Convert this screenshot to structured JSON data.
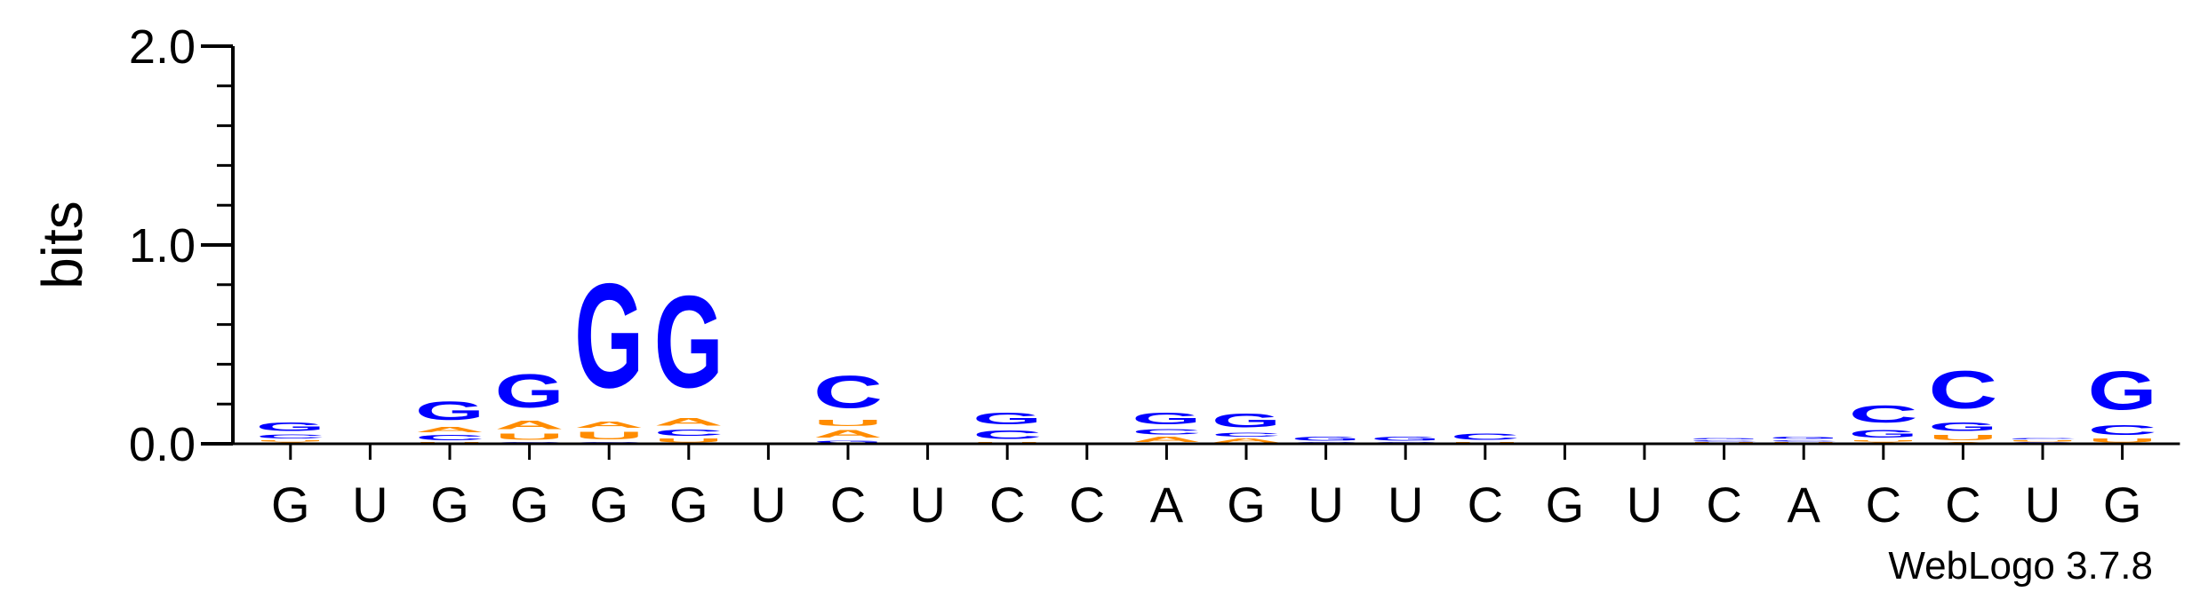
{
  "chart_data": {
    "type": "sequence-logo",
    "ylabel": "bits",
    "ylim": [
      0,
      2.0
    ],
    "yticks": [
      "0.0",
      "1.0",
      "2.0"
    ],
    "positions": [
      "G",
      "U",
      "G",
      "G",
      "G",
      "G",
      "U",
      "C",
      "U",
      "C",
      "C",
      "A",
      "G",
      "U",
      "U",
      "C",
      "G",
      "U",
      "C",
      "A",
      "C",
      "C",
      "U",
      "G"
    ],
    "colors": {
      "G": "#0000ff",
      "C": "#0000ff",
      "A": "#ff8c00",
      "U": "#ff8c00"
    },
    "stacks": [
      [
        {
          "letter": "A",
          "bits": 0.01
        },
        {
          "letter": "U",
          "bits": 0.01
        },
        {
          "letter": "C",
          "bits": 0.03
        },
        {
          "letter": "G",
          "bits": 0.07
        }
      ],
      [
        {
          "letter": "A",
          "bits": 0.0
        },
        {
          "letter": "C",
          "bits": 0.0
        },
        {
          "letter": "U",
          "bits": 0.0
        },
        {
          "letter": "G",
          "bits": 0.0
        }
      ],
      [
        {
          "letter": "U",
          "bits": 0.01
        },
        {
          "letter": "C",
          "bits": 0.04
        },
        {
          "letter": "A",
          "bits": 0.04
        },
        {
          "letter": "G",
          "bits": 0.15
        }
      ],
      [
        {
          "letter": "C",
          "bits": 0.01
        },
        {
          "letter": "U",
          "bits": 0.05
        },
        {
          "letter": "A",
          "bits": 0.07
        },
        {
          "letter": "G",
          "bits": 0.27
        }
      ],
      [
        {
          "letter": "C",
          "bits": 0.01
        },
        {
          "letter": "U",
          "bits": 0.06
        },
        {
          "letter": "A",
          "bits": 0.05
        },
        {
          "letter": "G",
          "bits": 0.84
        }
      ],
      [
        {
          "letter": "U",
          "bits": 0.03
        },
        {
          "letter": "C",
          "bits": 0.05
        },
        {
          "letter": "A",
          "bits": 0.06
        },
        {
          "letter": "G",
          "bits": 0.74
        }
      ],
      [
        {
          "letter": "A",
          "bits": 0.0
        },
        {
          "letter": "C",
          "bits": 0.0
        },
        {
          "letter": "U",
          "bits": 0.0
        },
        {
          "letter": "G",
          "bits": 0.0
        }
      ],
      [
        {
          "letter": "G",
          "bits": 0.02
        },
        {
          "letter": "A",
          "bits": 0.06
        },
        {
          "letter": "U",
          "bits": 0.05
        },
        {
          "letter": "C",
          "bits": 0.26
        }
      ],
      [
        {
          "letter": "A",
          "bits": 0.0
        },
        {
          "letter": "C",
          "bits": 0.0
        },
        {
          "letter": "U",
          "bits": 0.0
        },
        {
          "letter": "G",
          "bits": 0.0
        }
      ],
      [
        {
          "letter": "U",
          "bits": 0.01
        },
        {
          "letter": "C",
          "bits": 0.07
        },
        {
          "letter": "G",
          "bits": 0.09
        }
      ],
      [
        {
          "letter": "A",
          "bits": 0.0
        },
        {
          "letter": "C",
          "bits": 0.0
        },
        {
          "letter": "U",
          "bits": 0.0
        },
        {
          "letter": "G",
          "bits": 0.0
        }
      ],
      [
        {
          "letter": "A",
          "bits": 0.04
        },
        {
          "letter": "C",
          "bits": 0.04
        },
        {
          "letter": "G",
          "bits": 0.09
        }
      ],
      [
        {
          "letter": "A",
          "bits": 0.03
        },
        {
          "letter": "C",
          "bits": 0.03
        },
        {
          "letter": "G",
          "bits": 0.11
        }
      ],
      [
        {
          "letter": "C",
          "bits": 0.01
        },
        {
          "letter": "G",
          "bits": 0.03
        }
      ],
      [
        {
          "letter": "C",
          "bits": 0.01
        },
        {
          "letter": "G",
          "bits": 0.03
        }
      ],
      [
        {
          "letter": "U",
          "bits": 0.01
        },
        {
          "letter": "C",
          "bits": 0.05
        }
      ],
      [
        {
          "letter": "A",
          "bits": 0.0
        },
        {
          "letter": "C",
          "bits": 0.0
        },
        {
          "letter": "U",
          "bits": 0.0
        },
        {
          "letter": "G",
          "bits": 0.0
        }
      ],
      [
        {
          "letter": "A",
          "bits": 0.0
        },
        {
          "letter": "C",
          "bits": 0.0
        },
        {
          "letter": "U",
          "bits": 0.0
        },
        {
          "letter": "G",
          "bits": 0.0
        }
      ],
      [
        {
          "letter": "U",
          "bits": 0.01
        },
        {
          "letter": "C",
          "bits": 0.01
        },
        {
          "letter": "G",
          "bits": 0.01
        }
      ],
      [
        {
          "letter": "U",
          "bits": 0.01
        },
        {
          "letter": "C",
          "bits": 0.01
        },
        {
          "letter": "G",
          "bits": 0.02
        }
      ],
      [
        {
          "letter": "A",
          "bits": 0.01
        },
        {
          "letter": "U",
          "bits": 0.01
        },
        {
          "letter": "G",
          "bits": 0.06
        },
        {
          "letter": "C",
          "bits": 0.14
        }
      ],
      [
        {
          "letter": "A",
          "bits": 0.01
        },
        {
          "letter": "U",
          "bits": 0.04
        },
        {
          "letter": "G",
          "bits": 0.07
        },
        {
          "letter": "C",
          "bits": 0.3
        }
      ],
      [
        {
          "letter": "G",
          "bits": 0.01
        },
        {
          "letter": "U",
          "bits": 0.01
        },
        {
          "letter": "C",
          "bits": 0.01
        }
      ],
      [
        {
          "letter": "U",
          "bits": 0.03
        },
        {
          "letter": "C",
          "bits": 0.08
        },
        {
          "letter": "G",
          "bits": 0.31
        }
      ]
    ]
  },
  "credit": "WebLogo 3.7.8"
}
